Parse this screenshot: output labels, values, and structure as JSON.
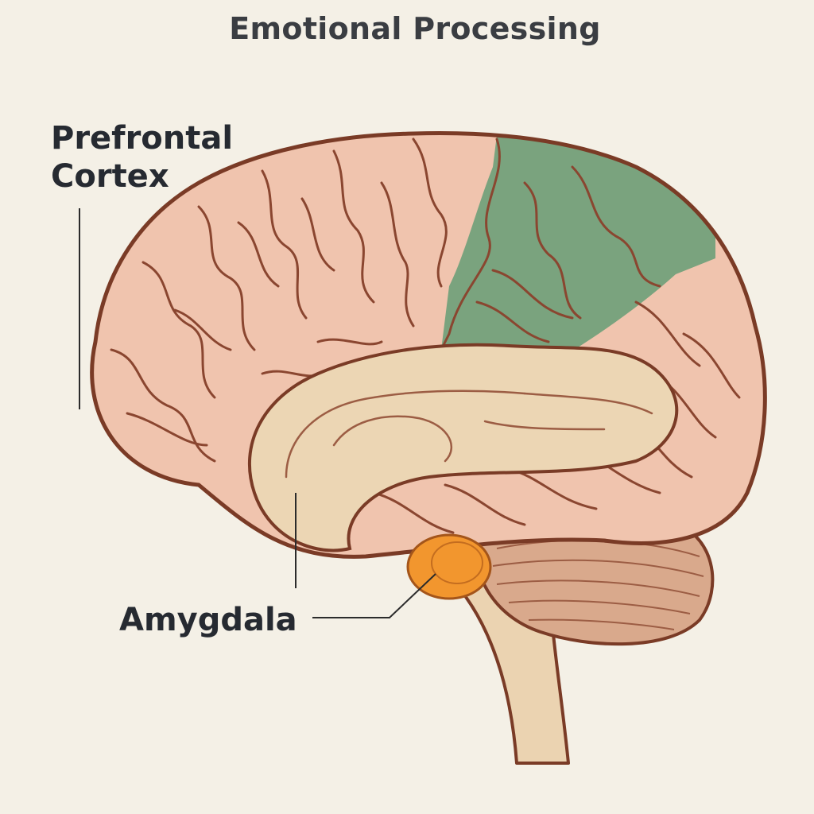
{
  "title": "Emotional Processing",
  "labels": {
    "prefrontal_cortex": {
      "line1": "Prefrontal",
      "line2": "Cortex"
    },
    "amygdala": "Amygdala"
  },
  "colors": {
    "background": "#f4f0e6",
    "cortex": "#f0c4ae",
    "prefrontal_highlight": "#7aa37e",
    "limbic": "#ecd6b4",
    "cerebellum": "#d9a98c",
    "brainstem": "#ebd3b1",
    "amygdala": "#f2962e",
    "outline": "#7a3b26",
    "leader_line": "#2b2b2b"
  }
}
